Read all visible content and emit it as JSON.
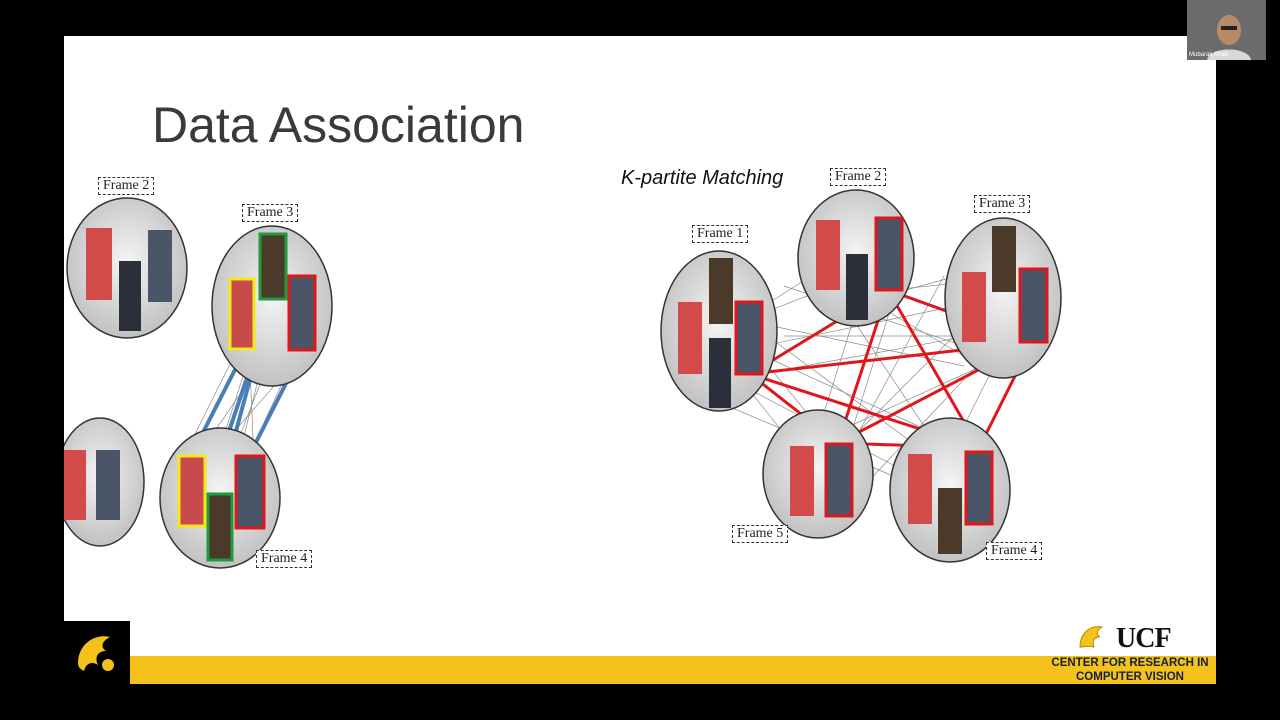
{
  "slide": {
    "title": "Data Association",
    "subtitle": "K-partite Matching"
  },
  "left_figure": {
    "frames": [
      "Frame 2",
      "Frame 3",
      "Frame 4"
    ]
  },
  "right_figure": {
    "frames": [
      "Frame 1",
      "Frame 2",
      "Frame 3",
      "Frame 5",
      "Frame 4"
    ]
  },
  "footer": {
    "logo_text": "UCF",
    "center_line1": "CENTER FOR RESEARCH IN",
    "center_line2": "COMPUTER VISION"
  },
  "webcam": {
    "participant_name": "Mubarak Shah"
  },
  "colors": {
    "gold": "#f5c21b",
    "match_red": "#e0161b",
    "match_blue": "#4a7fb5",
    "box_yellow": "#f0ea18",
    "box_green": "#1f9a3c"
  }
}
